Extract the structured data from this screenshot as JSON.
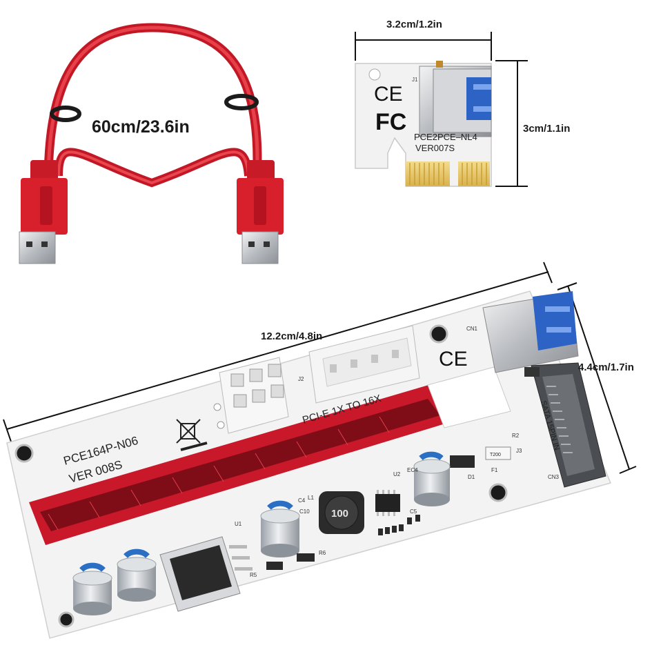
{
  "dimensions": {
    "cable": "60cm/23.6in",
    "adapter_width": "3.2cm/1.2in",
    "adapter_height": "3cm/1.1in",
    "riser_width": "12.2cm/4.8in",
    "riser_height": "4.4cm/1.7in"
  },
  "adapter_board": {
    "model": "PCE2PCE–NL4",
    "version": "VER007S",
    "ref": "J1",
    "ce_mark": "CE",
    "fcc_mark": "FC"
  },
  "riser_board": {
    "model": "PCE164P-N06",
    "version": "VER 008S",
    "slot_label": "PCI-E 1X TO 16X",
    "sata_label": "SATA 15PIN IN",
    "inductor": "100",
    "ce_mark": "CE",
    "refs": [
      "CN1",
      "CN3",
      "J2",
      "J3",
      "R2",
      "F1",
      "D1",
      "U2",
      "EC4",
      "C4",
      "L1",
      "C10",
      "U1",
      "R5",
      "R6",
      "C5"
    ],
    "fuse": "T200"
  },
  "colors": {
    "cable_red": "#d8202c",
    "slot_red": "#c8182a",
    "board_white": "#f2f2f2",
    "gold": "#e8c96a"
  }
}
